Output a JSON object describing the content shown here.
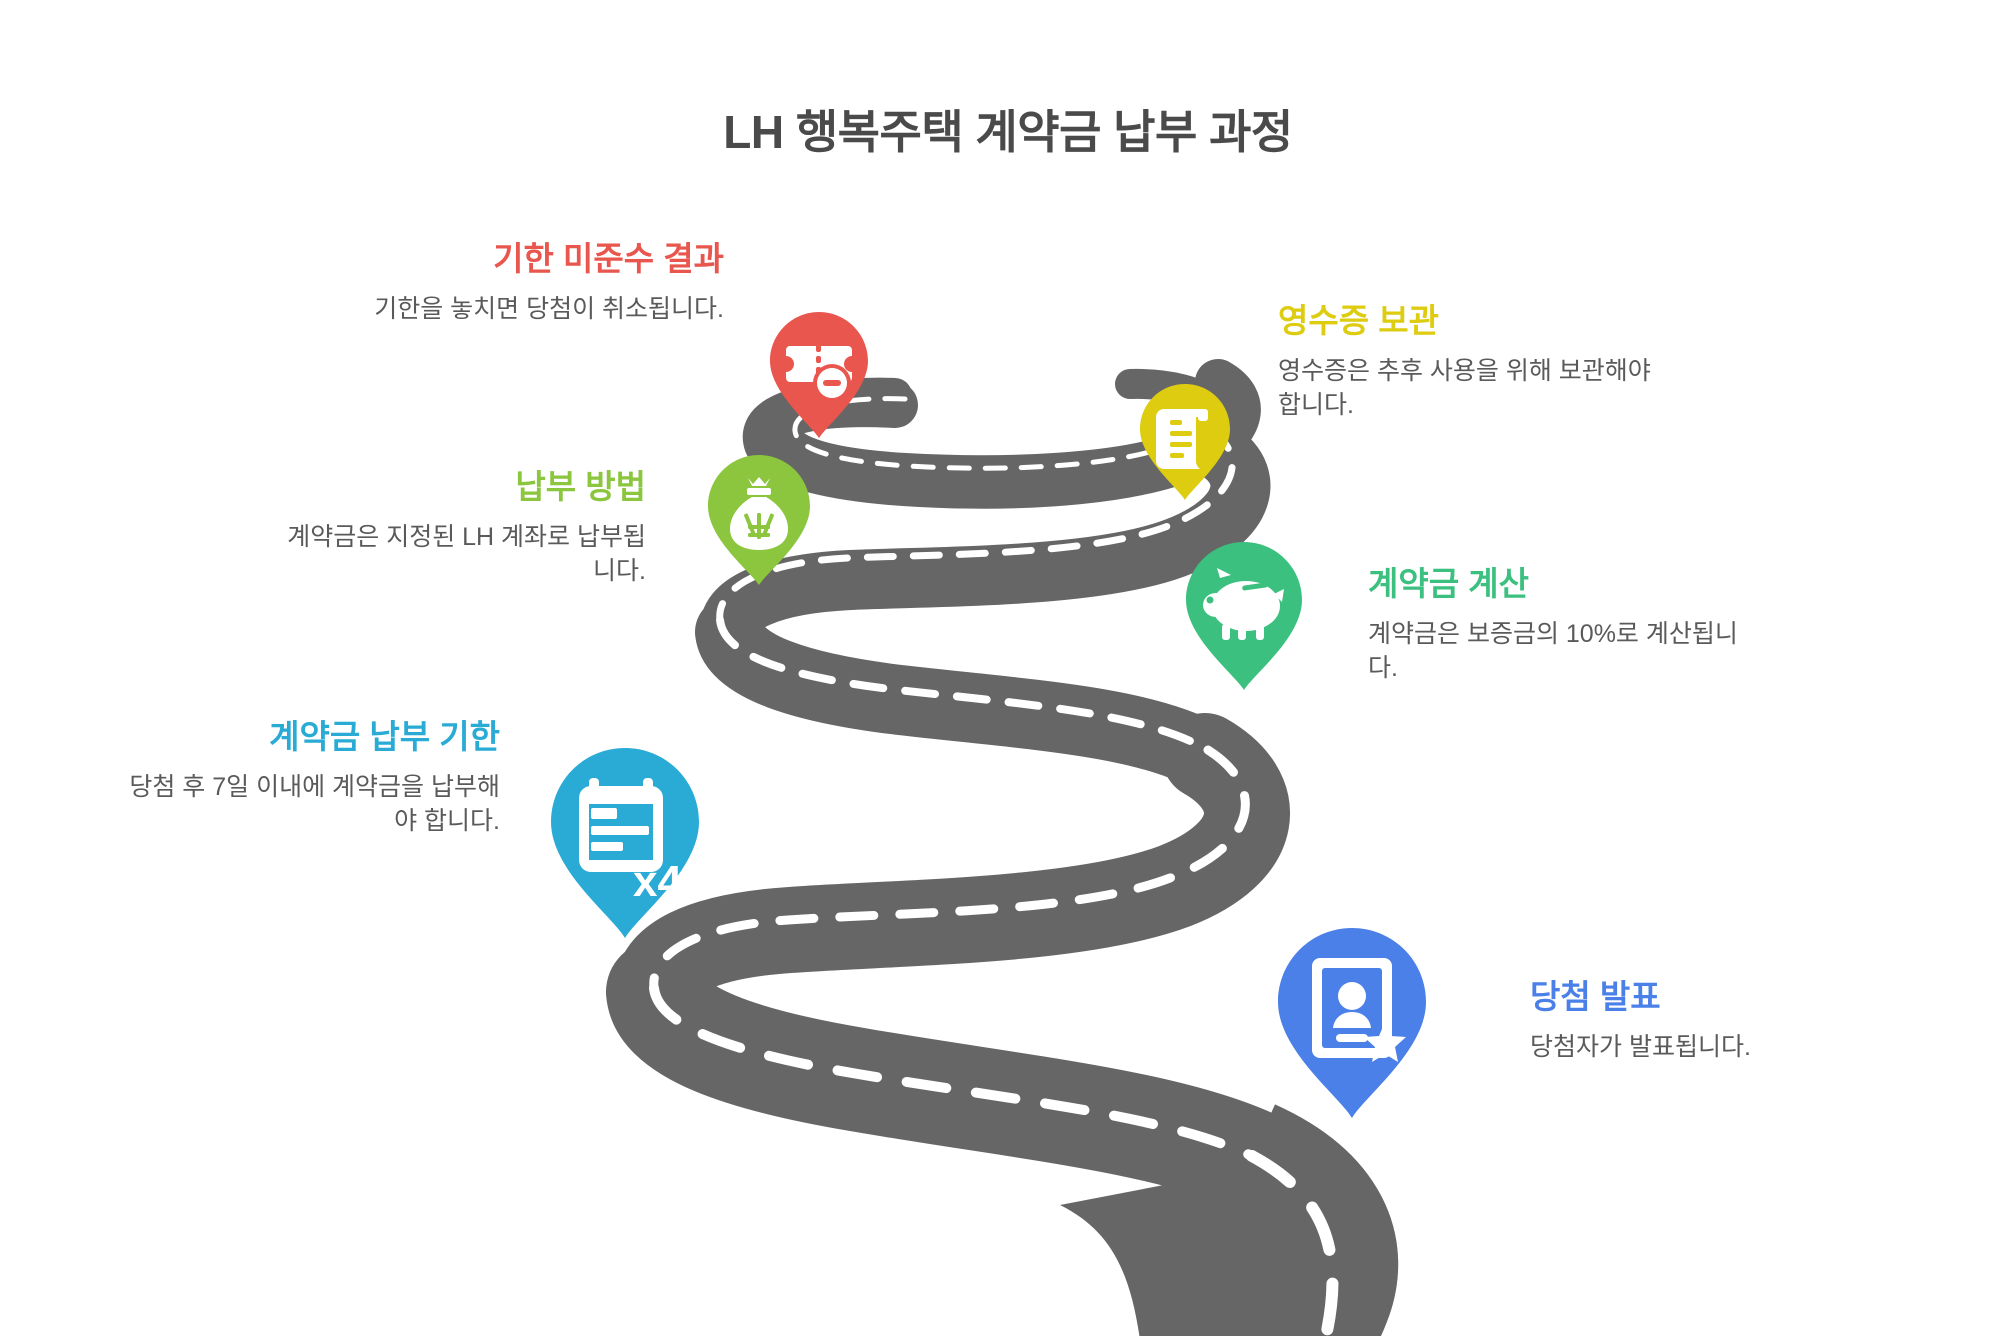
{
  "header": {
    "title": "LH 행복주택 계약금 납부 과정"
  },
  "colors": {
    "road": "#666666",
    "road_dash": "#ffffff",
    "title_text": "#4a4a4a",
    "body_text": "#5a5a5a",
    "red": "#e8564e",
    "yellow": "#ddcc10",
    "lime": "#8cc63f",
    "emerald": "#3cc07f",
    "cyan": "#29abd6",
    "blue": "#4a80e8",
    "background": "#ffffff"
  },
  "steps": [
    {
      "id": "result-of-missing-deadline",
      "title": "기한 미준수 결과",
      "description": "기한을 놓치면 당첨이 취소됩니다.",
      "color": "#e8564e",
      "icon": "ticket-minus-icon",
      "side": "left"
    },
    {
      "id": "receipt-storage",
      "title": "영수증 보관",
      "description": "영수증은 추후 사용을 위해 보관해야 합니다.",
      "color": "#ddcc10",
      "icon": "receipt-icon",
      "side": "right"
    },
    {
      "id": "payment-method",
      "title": "납부 방법",
      "description": "계약금은 지정된 LH 계좌로 납부됩니다.",
      "color": "#8cc63f",
      "icon": "money-bag-icon",
      "side": "left"
    },
    {
      "id": "deposit-calculation",
      "title": "계약금 계산",
      "description": "계약금은 보증금의 10%로 계산됩니다.",
      "color": "#3cc07f",
      "icon": "piggy-bank-icon",
      "side": "right"
    },
    {
      "id": "deposit-payment-deadline",
      "title": "계약금 납부 기한",
      "description": "당첨 후 7일 이내에 계약금을 납부해야 합니다.",
      "color": "#29abd6",
      "icon": "calendar-x4-icon",
      "badge": "x4",
      "side": "left"
    },
    {
      "id": "winner-announcement",
      "title": "당첨 발표",
      "description": "당첨자가 발표됩니다.",
      "color": "#4a80e8",
      "icon": "id-card-star-icon",
      "side": "right"
    }
  ]
}
